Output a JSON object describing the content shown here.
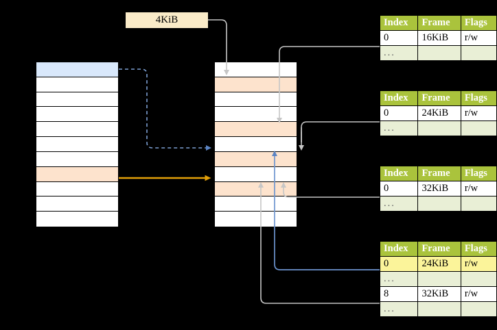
{
  "diagram": {
    "title_chip": {
      "label": "4KiB"
    },
    "colors": {
      "header_green": "#aac33c",
      "dots_row": "#e9efd6",
      "highlight_yellow": "#fbf49a",
      "orange_row": "#fde3cd",
      "blue_row": "#d9e8fb",
      "orange_arrow": "#e3a008",
      "blue_arrow": "#5b84c4",
      "gray_arrow": "#bdbdbd",
      "chip_bg": "#faebc8"
    },
    "left_column": {
      "name": "page-directory",
      "row_count": 11,
      "rows": [
        {
          "index": 0,
          "fill": "blue",
          "label": ""
        },
        {
          "index": 1,
          "fill": "white",
          "label": ""
        },
        {
          "index": 2,
          "fill": "white",
          "label": ""
        },
        {
          "index": 3,
          "fill": "white",
          "label": ""
        },
        {
          "index": 4,
          "fill": "white",
          "label": ""
        },
        {
          "index": 5,
          "fill": "white",
          "label": ""
        },
        {
          "index": 6,
          "fill": "white",
          "label": ""
        },
        {
          "index": 7,
          "fill": "orange",
          "label": ""
        },
        {
          "index": 8,
          "fill": "white",
          "label": ""
        },
        {
          "index": 9,
          "fill": "white",
          "label": ""
        },
        {
          "index": 10,
          "fill": "white",
          "label": ""
        }
      ]
    },
    "middle_column": {
      "name": "page-table",
      "row_count": 11,
      "rows": [
        {
          "index": 0,
          "fill": "white",
          "label": ""
        },
        {
          "index": 1,
          "fill": "orange",
          "label": ""
        },
        {
          "index": 2,
          "fill": "white",
          "label": ""
        },
        {
          "index": 3,
          "fill": "white",
          "label": ""
        },
        {
          "index": 4,
          "fill": "orange",
          "label": ""
        },
        {
          "index": 5,
          "fill": "white",
          "label": ""
        },
        {
          "index": 6,
          "fill": "orange",
          "label": ""
        },
        {
          "index": 7,
          "fill": "white",
          "label": ""
        },
        {
          "index": 8,
          "fill": "orange",
          "label": ""
        },
        {
          "index": 9,
          "fill": "white",
          "label": ""
        },
        {
          "index": 10,
          "fill": "white",
          "label": ""
        }
      ]
    },
    "tables": [
      {
        "name": "page-table-1",
        "headers": [
          "Index",
          "Frame",
          "Flags"
        ],
        "rows": [
          {
            "cells": [
              "0",
              "16KiB",
              "r/w"
            ],
            "type": "data",
            "highlight": false
          },
          {
            "cells": [
              "...",
              "",
              ""
            ],
            "type": "dots",
            "highlight": false
          }
        ]
      },
      {
        "name": "page-table-2",
        "headers": [
          "Index",
          "Frame",
          "Flags"
        ],
        "rows": [
          {
            "cells": [
              "0",
              "24KiB",
              "r/w"
            ],
            "type": "data",
            "highlight": false
          },
          {
            "cells": [
              "...",
              "",
              ""
            ],
            "type": "dots",
            "highlight": false
          }
        ]
      },
      {
        "name": "page-table-3",
        "headers": [
          "Index",
          "Frame",
          "Flags"
        ],
        "rows": [
          {
            "cells": [
              "0",
              "32KiB",
              "r/w"
            ],
            "type": "data",
            "highlight": false
          },
          {
            "cells": [
              "...",
              "",
              ""
            ],
            "type": "dots",
            "highlight": false
          }
        ]
      },
      {
        "name": "page-table-4",
        "headers": [
          "Index",
          "Frame",
          "Flags"
        ],
        "rows": [
          {
            "cells": [
              "0",
              "24KiB",
              "r/w"
            ],
            "type": "data",
            "highlight": true
          },
          {
            "cells": [
              "...",
              "",
              ""
            ],
            "type": "dots",
            "highlight": false
          },
          {
            "cells": [
              "8",
              "32KiB",
              "r/w"
            ],
            "type": "data",
            "highlight": false
          },
          {
            "cells": [
              "...",
              "",
              ""
            ],
            "type": "dots",
            "highlight": false
          }
        ]
      }
    ],
    "connectors": [
      {
        "name": "chip-to-page-table-row0",
        "style": "solid",
        "color": "#bdbdbd"
      },
      {
        "name": "directory-row0-to-page-table-row6",
        "style": "dashed",
        "color": "#5b84c4"
      },
      {
        "name": "directory-row7-to-page-table-row8",
        "style": "solid",
        "color": "#e3a008"
      },
      {
        "name": "page-table-1-to-page-table-row4",
        "style": "solid",
        "color": "#bdbdbd"
      },
      {
        "name": "page-table-2-to-page-table-row6",
        "style": "solid",
        "color": "#bdbdbd"
      },
      {
        "name": "page-table-3-to-page-table-row8",
        "style": "solid",
        "color": "#bdbdbd"
      },
      {
        "name": "page-table-4-row0-to-page-table-row6",
        "style": "solid",
        "color": "#5b84c4"
      },
      {
        "name": "page-table-4-row8-to-page-table-row8",
        "style": "solid",
        "color": "#bdbdbd"
      }
    ]
  }
}
